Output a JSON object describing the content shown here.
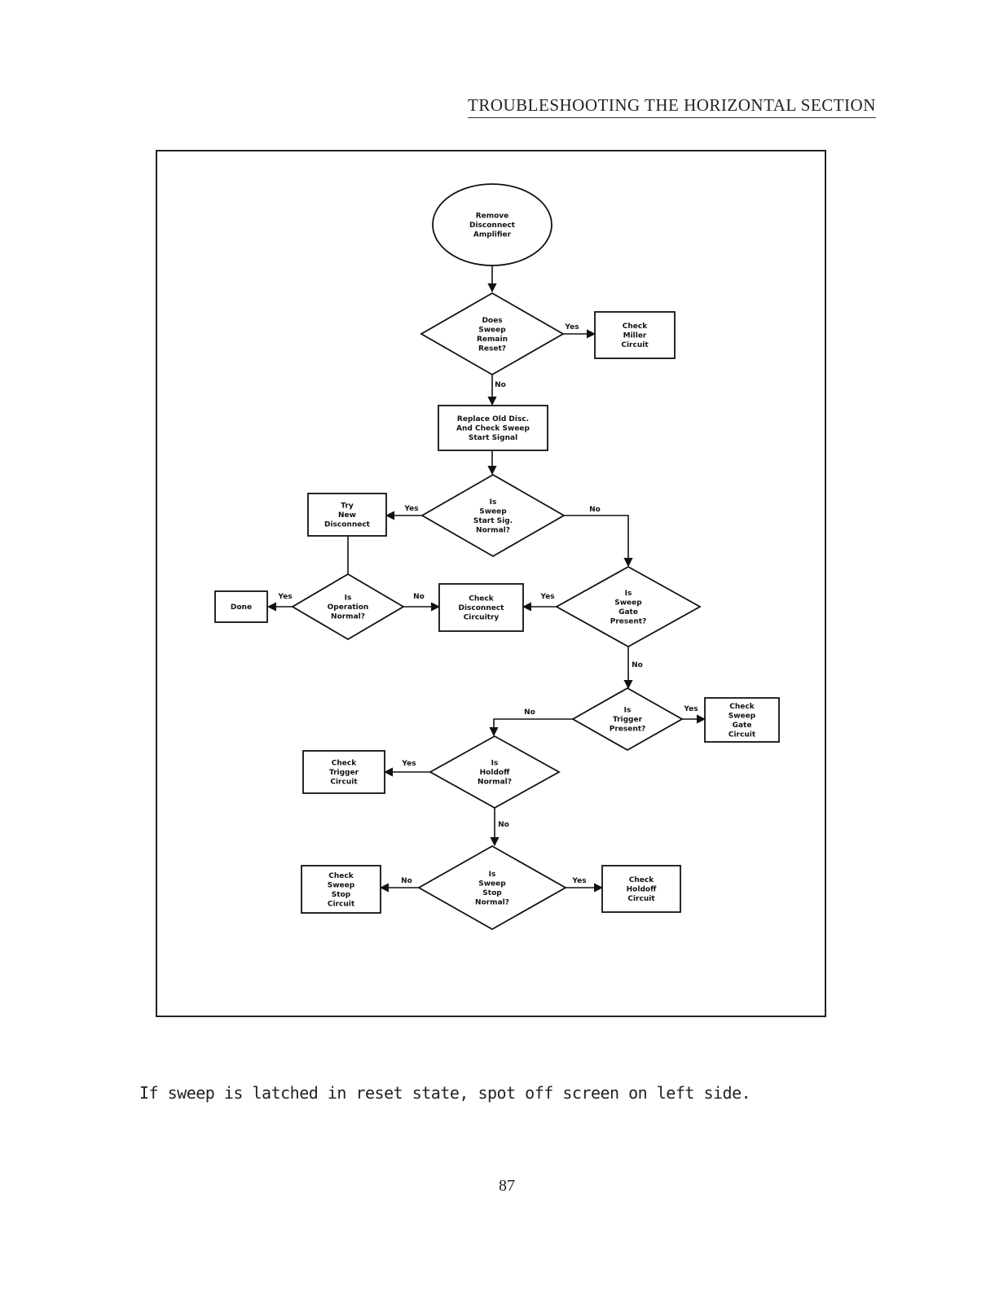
{
  "header": {
    "title": "TROUBLESHOOTING THE HORIZONTAL SECTION"
  },
  "flowchart": {
    "nodes": {
      "start": {
        "lines": [
          "Remove",
          "Disconnect",
          "Amplifier"
        ]
      },
      "sweep_reset": {
        "lines": [
          "Does",
          "Sweep",
          "Remain",
          "Reset?"
        ]
      },
      "miller": {
        "lines": [
          "Check",
          "Miller",
          "Circuit"
        ]
      },
      "replace_disc": {
        "lines": [
          "Replace Old Disc.",
          "And Check Sweep",
          "Start Signal"
        ]
      },
      "start_sig": {
        "lines": [
          "Is",
          "Sweep",
          "Start Sig.",
          "Normal?"
        ]
      },
      "try_new": {
        "lines": [
          "Try",
          "New",
          "Disconnect"
        ]
      },
      "operation": {
        "lines": [
          "Is",
          "Operation",
          "Normal?"
        ]
      },
      "done": {
        "lines": [
          "Done"
        ]
      },
      "check_disc": {
        "lines": [
          "Check",
          "Disconnect",
          "Circuitry"
        ]
      },
      "gate_present": {
        "lines": [
          "Is",
          "Sweep",
          "Gate",
          "Present?"
        ]
      },
      "trigger_present": {
        "lines": [
          "Is",
          "Trigger",
          "Present?"
        ]
      },
      "check_gate": {
        "lines": [
          "Check",
          "Sweep",
          "Gate",
          "Circuit"
        ]
      },
      "holdoff_normal": {
        "lines": [
          "Is",
          "Holdoff",
          "Normal?"
        ]
      },
      "check_trigger": {
        "lines": [
          "Check",
          "Trigger",
          "Circuit"
        ]
      },
      "stop_normal": {
        "lines": [
          "Is",
          "Sweep",
          "Stop",
          "Normal?"
        ]
      },
      "check_stop": {
        "lines": [
          "Check",
          "Sweep",
          "Stop",
          "Circuit"
        ]
      },
      "check_holdoff": {
        "lines": [
          "Check",
          "Holdoff",
          "Circuit"
        ]
      }
    },
    "edges": [
      {
        "from": "start",
        "to": "sweep_reset",
        "label": ""
      },
      {
        "from": "sweep_reset",
        "to": "miller",
        "label": "Yes"
      },
      {
        "from": "sweep_reset",
        "to": "replace_disc",
        "label": "No"
      },
      {
        "from": "replace_disc",
        "to": "start_sig",
        "label": ""
      },
      {
        "from": "start_sig",
        "to": "try_new",
        "label": "Yes"
      },
      {
        "from": "start_sig",
        "to": "gate_present",
        "label": "No"
      },
      {
        "from": "try_new",
        "to": "operation",
        "label": ""
      },
      {
        "from": "operation",
        "to": "done",
        "label": "Yes"
      },
      {
        "from": "operation",
        "to": "check_disc",
        "label": "No"
      },
      {
        "from": "gate_present",
        "to": "check_disc",
        "label": "Yes"
      },
      {
        "from": "gate_present",
        "to": "trigger_present",
        "label": "No"
      },
      {
        "from": "trigger_present",
        "to": "check_gate",
        "label": "Yes"
      },
      {
        "from": "trigger_present",
        "to": "holdoff_normal",
        "label": "No"
      },
      {
        "from": "holdoff_normal",
        "to": "check_trigger",
        "label": "Yes"
      },
      {
        "from": "holdoff_normal",
        "to": "stop_normal",
        "label": "No"
      },
      {
        "from": "stop_normal",
        "to": "check_stop",
        "label": "No"
      },
      {
        "from": "stop_normal",
        "to": "check_holdoff",
        "label": "Yes"
      }
    ]
  },
  "caption": "If sweep is latched in reset state, spot off screen on left side.",
  "page_number": "87"
}
